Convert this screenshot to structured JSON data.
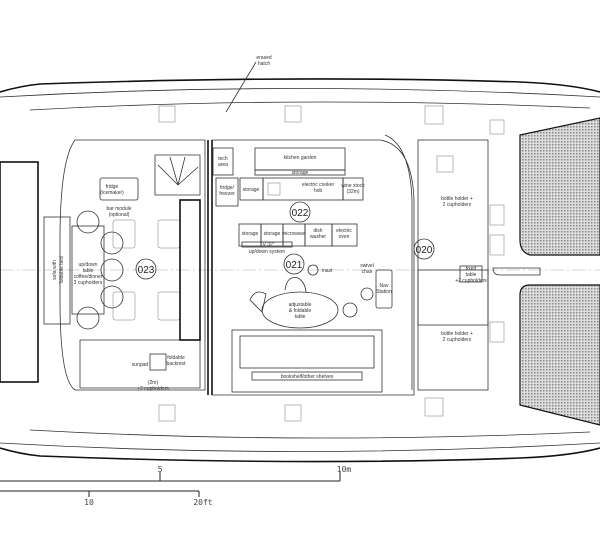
{
  "labels": {
    "erased_hatch": [
      "erased",
      "hatch"
    ],
    "tech_area": [
      "tech",
      "area"
    ],
    "kitchen_garden": "kitchen garden",
    "storage_top": "storage",
    "fridge_freezer": [
      "fridge/",
      "freezer"
    ],
    "storage_galley": "storage",
    "electric_hob": [
      "electric cooker",
      "hob"
    ],
    "wine_stock": [
      "wine stock",
      "(32m)"
    ],
    "fridge_bar": [
      "fridge",
      "(icemaker)"
    ],
    "bar_module": [
      "bar module",
      "(optional)"
    ],
    "storage_1": "storage",
    "storage_2": "storage",
    "microwave": "microwave",
    "dish_washer": [
      "dish",
      "washer"
    ],
    "electric_oven": [
      "electric",
      "oven"
    ],
    "tv": "TV 32\"",
    "updown_system": "up/down system",
    "mast": "mast",
    "swivel_chair": [
      "swivel",
      "chair"
    ],
    "nav_station": [
      "Nav",
      "Station"
    ],
    "adjustable_table": [
      "adjustable",
      "& foldable",
      "table"
    ],
    "updown_table": [
      "up/down",
      "table",
      "coffee/dinner",
      "3 cupholders"
    ],
    "sofa_bed": [
      "sofa",
      "with",
      "foldable",
      "bed"
    ],
    "sunpad": "sunpad",
    "foldable_backrest": [
      "foldable",
      "backrest"
    ],
    "cupholders_aft": [
      "(2m)",
      "+2 cupholders"
    ],
    "bookshelf": "bookshelf/other shelves",
    "fixed_table": [
      "fixed",
      "table",
      "+2 cupholders"
    ],
    "bottle_holder_top": [
      "bottle holder +",
      "2 cupholders"
    ],
    "bottle_holder_bottom": [
      "bottle holder +",
      "2 cupholders"
    ]
  },
  "zones": {
    "z020": "020",
    "z021": "021",
    "z022": "022",
    "z023": "023"
  },
  "scale": {
    "m5": "5",
    "m10": "10m",
    "ft10": "10",
    "ft20": "20ft"
  }
}
